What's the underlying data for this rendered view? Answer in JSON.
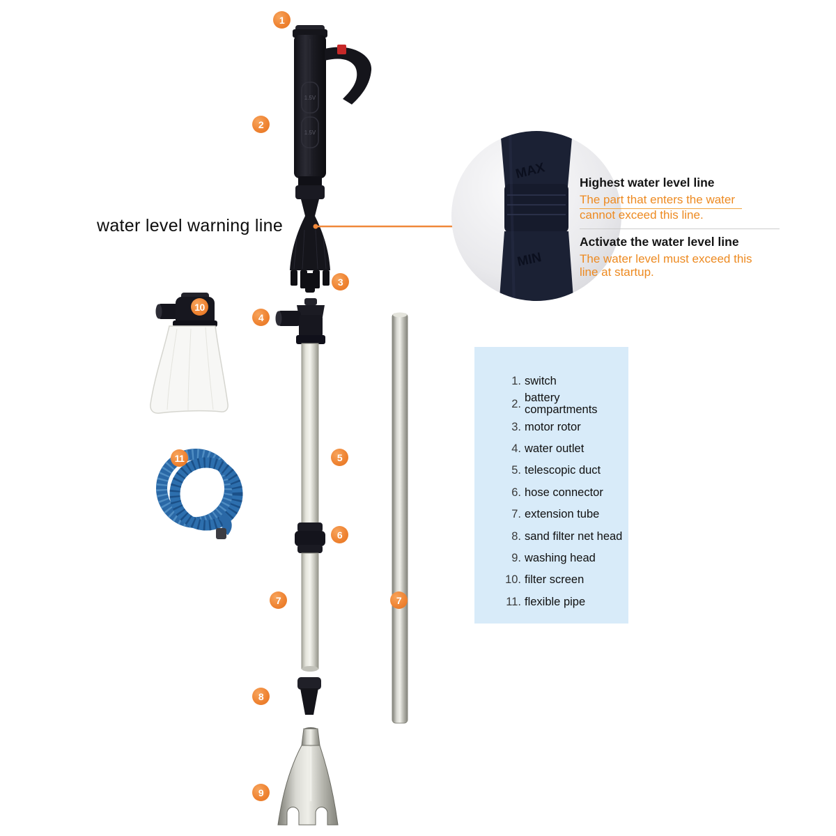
{
  "annotations": {
    "water_level_warning": "water level warning line",
    "highest": {
      "title": "Highest water level line",
      "desc_line1": "The part that enters the water",
      "desc_line2": "cannot exceed this line."
    },
    "activate": {
      "title": "Activate the water level line",
      "desc_line1": "The water level must exceed this",
      "desc_line2": "line at startup."
    }
  },
  "inset": {
    "max_label": "MAX",
    "min_label": "MIN"
  },
  "device": {
    "battery_marking": "1.5V"
  },
  "callouts": [
    {
      "n": "1"
    },
    {
      "n": "2"
    },
    {
      "n": "3"
    },
    {
      "n": "4"
    },
    {
      "n": "5"
    },
    {
      "n": "6"
    },
    {
      "n": "7"
    },
    {
      "n": "7"
    },
    {
      "n": "8"
    },
    {
      "n": "9"
    },
    {
      "n": "10"
    },
    {
      "n": "11"
    }
  ],
  "parts_list": [
    {
      "num": "1.",
      "label": "switch"
    },
    {
      "num": "2.",
      "label": "battery compartments"
    },
    {
      "num": "3.",
      "label": "motor rotor"
    },
    {
      "num": "4.",
      "label": "water outlet"
    },
    {
      "num": "5.",
      "label": "telescopic duct"
    },
    {
      "num": "6.",
      "label": "hose connector"
    },
    {
      "num": "7.",
      "label": "extension tube"
    },
    {
      "num": "8.",
      "label": "sand filter net head"
    },
    {
      "num": "9.",
      "label": "washing head"
    },
    {
      "num": "10.",
      "label": "filter screen"
    },
    {
      "num": "11.",
      "label": "flexible pipe"
    }
  ],
  "colors": {
    "accent_orange": "#F0883A",
    "annotation_orange": "#ED8A21",
    "panel_blue": "#D8EBF9",
    "hose_blue": "#2D6CA8"
  }
}
